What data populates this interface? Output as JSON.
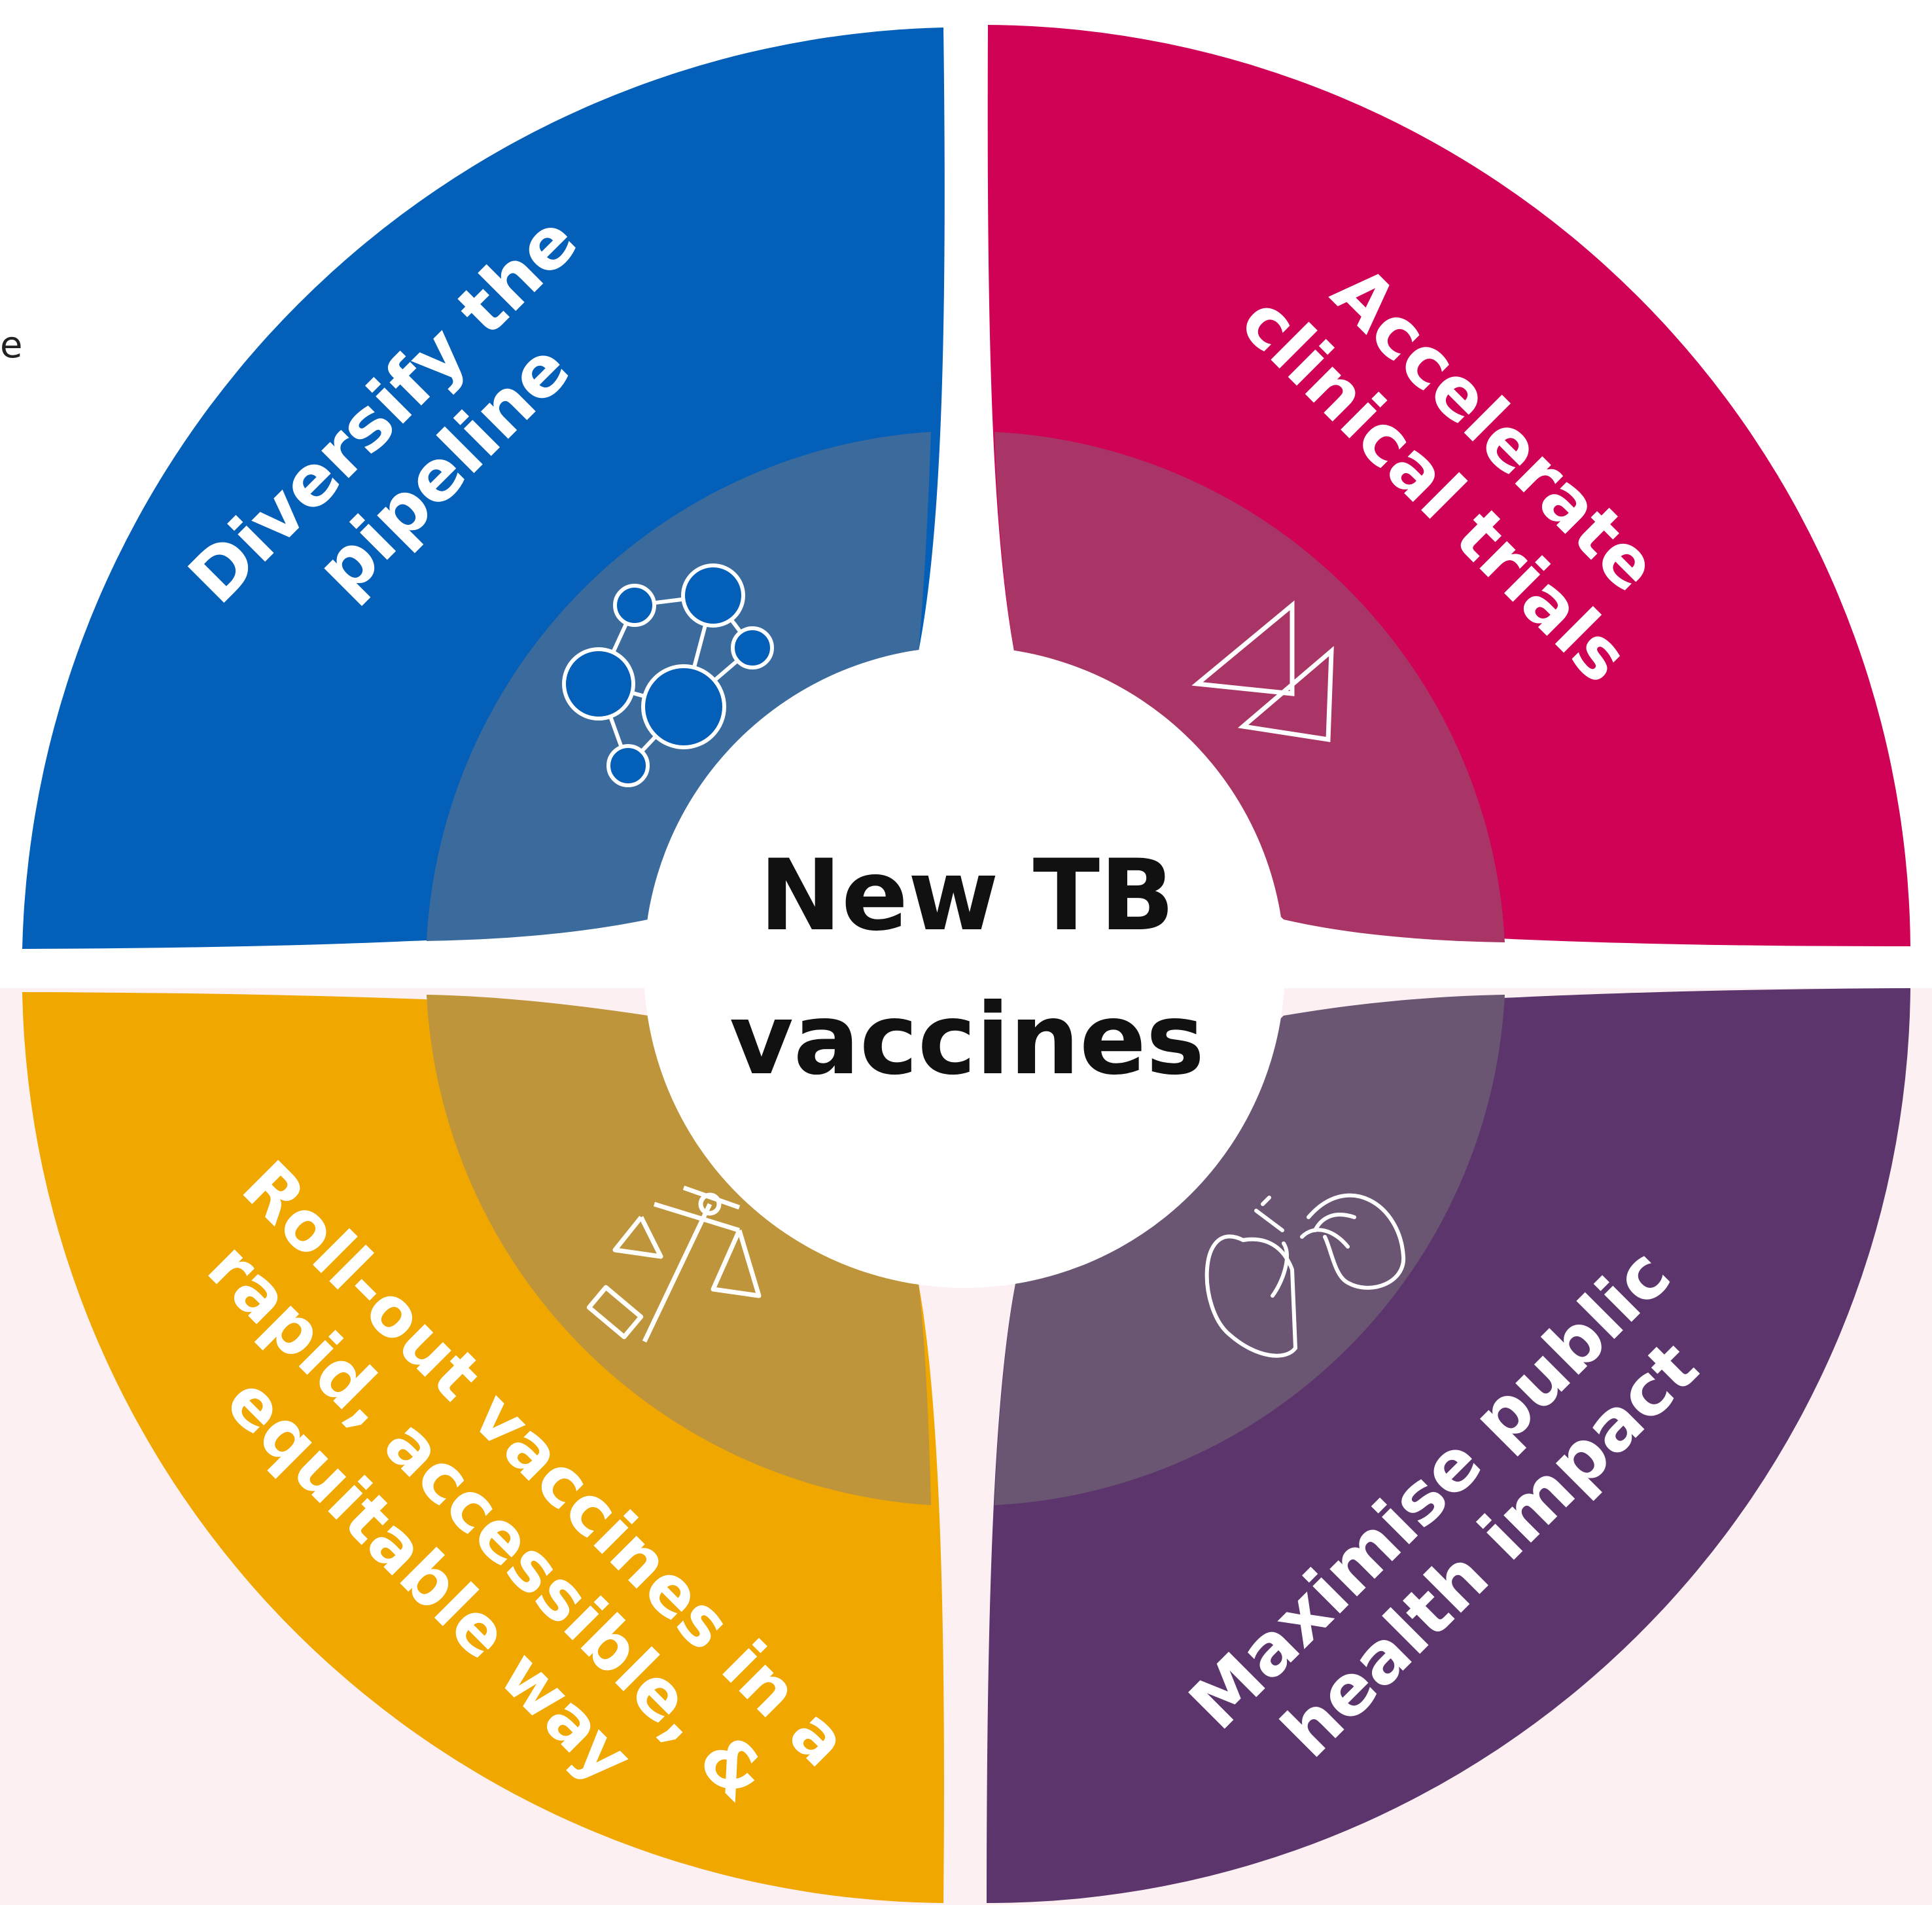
{
  "edge_fragment": "e",
  "center": {
    "line1": "New TB",
    "line2": "vaccines"
  },
  "segments": {
    "top_left": {
      "line1": "Diversify the",
      "line2": "pipeline",
      "icon": "molecule-icon",
      "color": "#035fb7",
      "inner_color": "#3b6b9d"
    },
    "top_right": {
      "line1": "Accelerate",
      "line2": "clinical trials",
      "icon": "triangles-icon",
      "color": "#cf0255",
      "inner_color": "#a83566"
    },
    "bottom_left": {
      "line1": "Roll-out vaccines in a",
      "line2": "rapid, accessible, &",
      "line3": "equitable way",
      "icon": "scales-icon",
      "color": "#f0a800",
      "inner_color": "#be953a"
    },
    "bottom_right": {
      "line1": "Maximise public",
      "line2": "health impact",
      "icon": "lungs-icon",
      "color": "#5b356b",
      "inner_color": "#6a5673"
    }
  },
  "colors": {
    "background_lower": "#fdf0f2",
    "separator": "#ffffff"
  }
}
